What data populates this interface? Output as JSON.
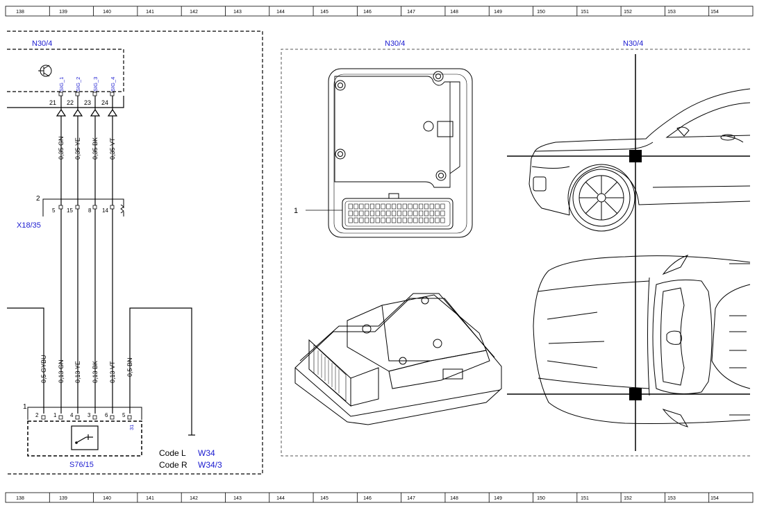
{
  "ruler": {
    "numbers": [
      "138",
      "139",
      "140",
      "141",
      "142",
      "143",
      "144",
      "145",
      "146",
      "147",
      "148",
      "149",
      "150",
      "151",
      "152",
      "153",
      "154"
    ]
  },
  "module": {
    "name": "N30/4",
    "views": [
      "N30/4",
      "N30/4"
    ],
    "signals": [
      "SIG_1",
      "SIG_2",
      "SIG_3",
      "SIG_4"
    ],
    "pins": [
      "21",
      "22",
      "23",
      "24"
    ],
    "callout": "1"
  },
  "upper_wires": [
    "0,35 GN",
    "0,35 YE",
    "0,35 BK",
    "0,35 VT"
  ],
  "connector": {
    "name": "X18/35",
    "number": "2",
    "pins": [
      "5",
      "15",
      "8",
      "14"
    ]
  },
  "lower_wires": [
    "0,5 GYBU",
    "0,13 GN",
    "0,13 YE",
    "0,13 BK",
    "0,13 VT",
    "0,5 BN"
  ],
  "switch": {
    "name": "S76/15",
    "number": "1",
    "pins": [
      "2",
      "1",
      "4",
      "3",
      "6",
      "5"
    ],
    "ground": "31"
  },
  "codes": [
    {
      "label": "Code L",
      "ref": "W34"
    },
    {
      "label": "Code R",
      "ref": "W34/3"
    }
  ],
  "colors": {
    "blue": "#1a1ad0",
    "black": "#000000"
  }
}
